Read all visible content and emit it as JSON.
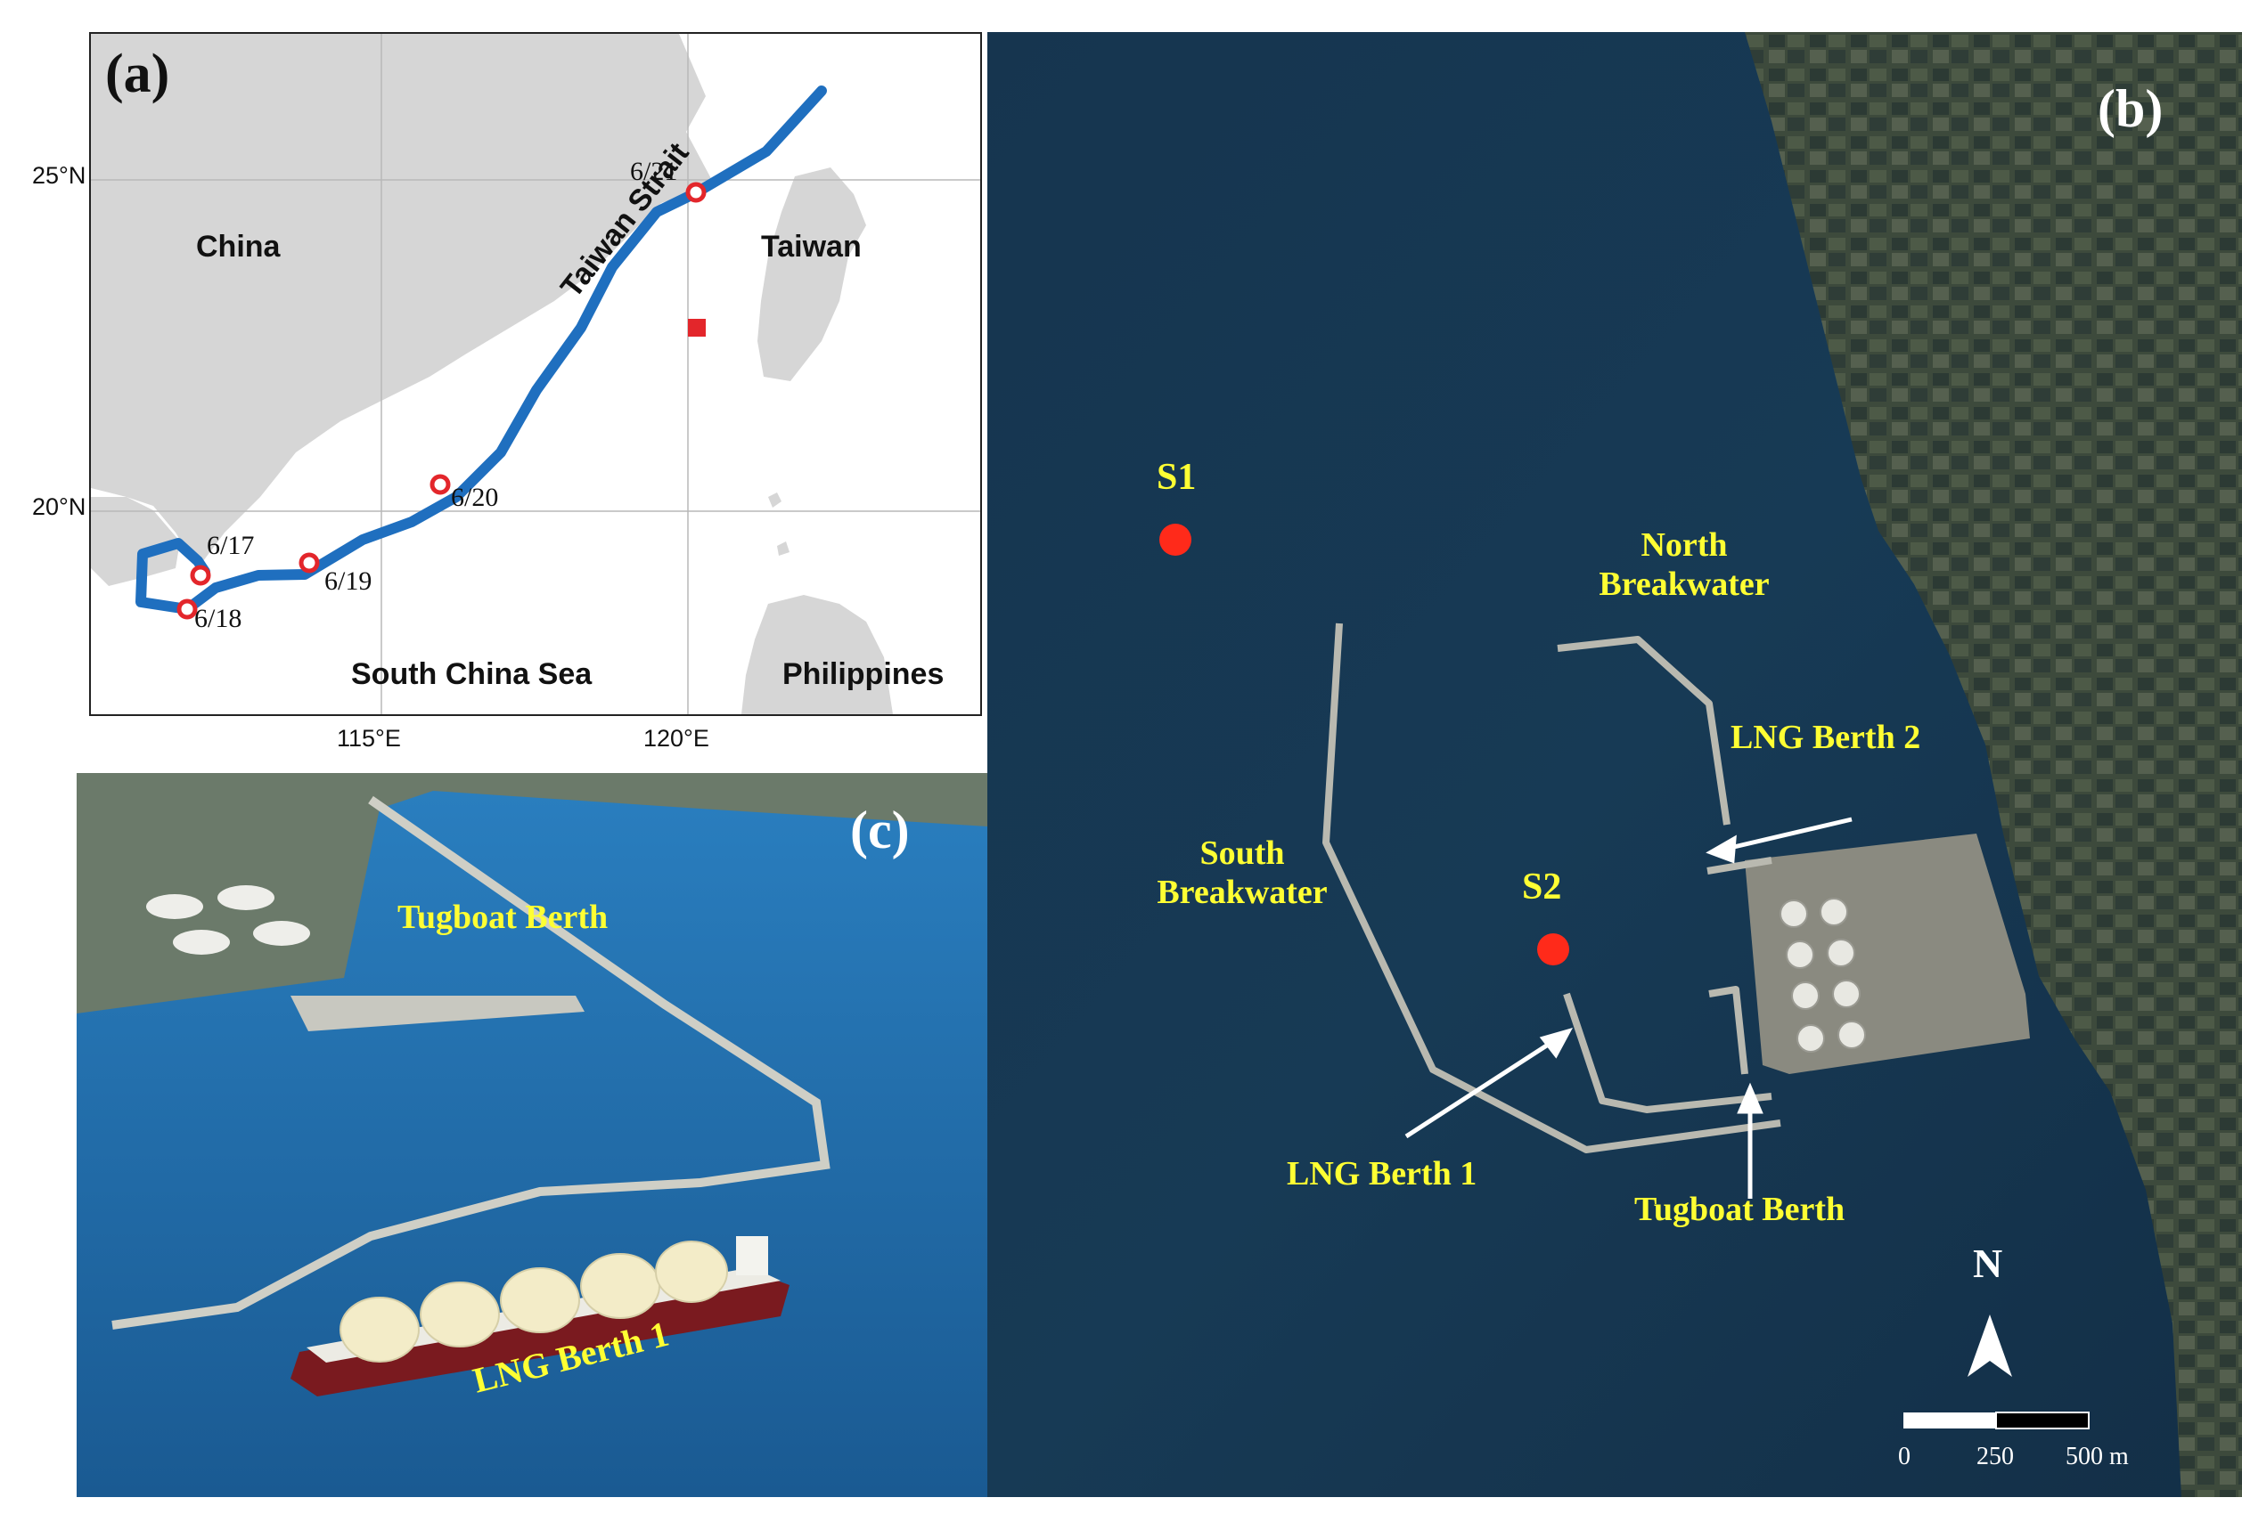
{
  "panel_a": {
    "label": "(a)",
    "axis": {
      "x_ticks": [
        "115°E",
        "120°E"
      ],
      "y_ticks": [
        "25°N",
        "20°N"
      ]
    },
    "regions": {
      "china": "China",
      "taiwan": "Taiwan",
      "south_china_sea": "South China Sea",
      "philippines": "Philippines",
      "taiwan_strait": "Taiwan Strait"
    },
    "track_dates": [
      "6/17",
      "6/18",
      "6/19",
      "6/20",
      "6/21"
    ],
    "colors": {
      "land": "#d6d6d6",
      "track": "#1f6fbf",
      "marker": "#e3262b",
      "site": "#e3262b"
    }
  },
  "panel_b": {
    "label": "(b)",
    "stations": [
      {
        "name": "S1"
      },
      {
        "name": "S2"
      }
    ],
    "features": {
      "north_breakwater_line1": "North",
      "north_breakwater_line2": "Breakwater",
      "south_breakwater_line1": "South",
      "south_breakwater_line2": "Breakwater",
      "lng_berth_2": "LNG Berth 2",
      "lng_berth_1": "LNG Berth 1",
      "tugboat_berth": "Tugboat Berth"
    },
    "north_arrow": "N",
    "scale_bar": {
      "ticks": [
        "0",
        "250",
        "500 m"
      ]
    },
    "colors": {
      "label": "#ffff33",
      "station": "#ff2a1a",
      "sea": "#13314a"
    }
  },
  "panel_c": {
    "label": "(c)",
    "tugboat_berth": "Tugboat Berth",
    "lng_berth_1": "LNG Berth 1"
  }
}
